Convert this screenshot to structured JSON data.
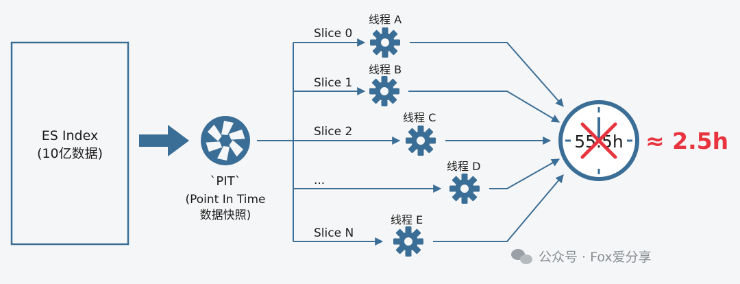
{
  "es_index": {
    "line1": "ES Index",
    "line2": "(10亿数据)"
  },
  "pit": {
    "line1": "`PIT`",
    "line2": "(Point In Time",
    "line3": "数据快照)"
  },
  "slices": [
    {
      "slice": "Slice 0",
      "thread": "线程 A"
    },
    {
      "slice": "Slice 1",
      "thread": "线程 B"
    },
    {
      "slice": "Slice 2",
      "thread": "线程 C"
    },
    {
      "slice": "...",
      "thread": "线程 D"
    },
    {
      "slice": "Slice N",
      "thread": "线程 E"
    }
  ],
  "timer": {
    "crossed_value": "55.5h",
    "result": "≈ 2.5h"
  },
  "watermark": "公众号 · Fox爱分享",
  "colors": {
    "accent": "#3b6e96",
    "cross": "#e8343e",
    "result": "#e8343e"
  }
}
